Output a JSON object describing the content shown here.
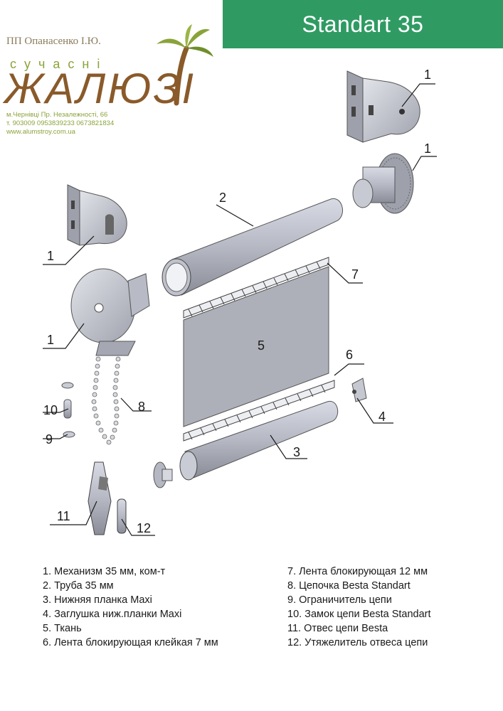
{
  "header": {
    "title": "Standart 35"
  },
  "brand": {
    "company": "ПП Опанасенко І.Ю.",
    "tagline": "сучасні",
    "logo_word": "ЖАЛЮЗІ",
    "address": "м.Чернівці Пр. Незалежності, 66",
    "phones": "т. 903009  0953839233  0673821834",
    "website": "www.alumstroy.com.ua",
    "colors": {
      "banner": "#2f9b63",
      "logo_brown": "#8a5a2a",
      "logo_green": "#8aa33a"
    }
  },
  "callouts": [
    "1",
    "1",
    "1",
    "1",
    "2",
    "7",
    "5",
    "6",
    "8",
    "10",
    "9",
    "4",
    "3",
    "11",
    "12"
  ],
  "legend": {
    "left": [
      "1. Механизм 35 мм, ком-т",
      "2. Труба 35 мм",
      "3. Нижняя планка Maxi",
      "4. Заглушка ниж.планки Maxi",
      "5. Ткань",
      "6. Лента блокирующая клейкая 7 мм"
    ],
    "right": [
      "7. Лента блокирующая 12 мм",
      "8. Цепочка Besta Standart",
      "9. Ограничитель цепи",
      "10. Замок цепи Besta Standart",
      "11. Отвес цепи Besta",
      "12. Утяжелитель отвеса цепи"
    ]
  }
}
